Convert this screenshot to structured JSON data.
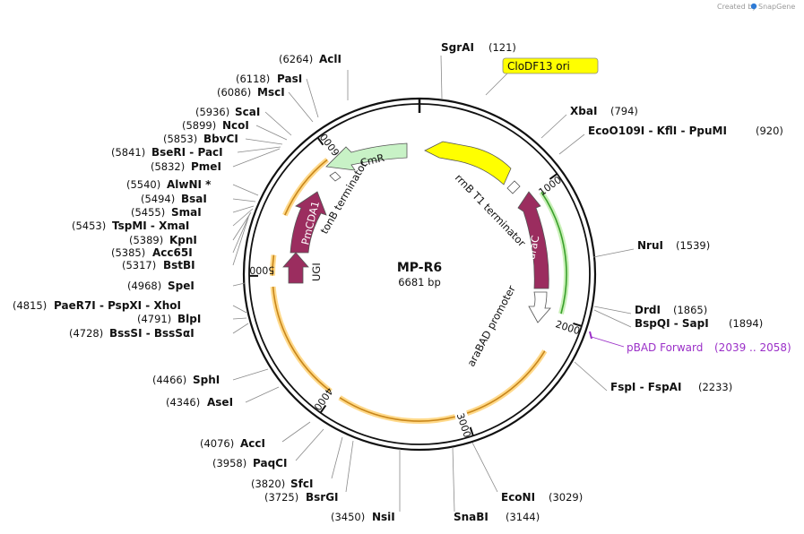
{
  "credit": {
    "created_by": "Created by",
    "brand": "SnapGene"
  },
  "plasmid": {
    "name": "MP-R6",
    "size": "6681 bp",
    "length": 6681
  },
  "ticks": [
    "1000",
    "2000",
    "3000",
    "4000",
    "5000",
    "6000"
  ],
  "features": [
    {
      "id": "clodf13",
      "label": "CloDF13 ori",
      "start": 120,
      "end": 860,
      "color": "#ffff00",
      "type": "ori"
    },
    {
      "id": "rrnb",
      "label": "rrnB T1 terminator",
      "start": 975,
      "end": 1005,
      "color": "#ffffff",
      "type": "terminator"
    },
    {
      "id": "arac",
      "label": "araC",
      "start": 1070,
      "end": 1950,
      "color": "#9b2d5f",
      "type": "cds"
    },
    {
      "id": "arabad",
      "label": "araBAD promoter",
      "start": 1955,
      "end": 2240,
      "color": "#ffffff",
      "type": "promoter"
    },
    {
      "id": "cmr",
      "label": "CmR",
      "start": 6605,
      "end": 6008,
      "color": "#c8f2c6",
      "type": "cds"
    },
    {
      "id": "tonb",
      "label": "tonB terminator",
      "start": 6002,
      "end": 5970,
      "color": "#ffffff",
      "type": "terminator"
    },
    {
      "id": "pmcda1",
      "label": "PmCDA1",
      "start": 5460,
      "end": 5950,
      "color": "#9b2d5f",
      "type": "cds"
    },
    {
      "id": "ugi",
      "label": "UGI",
      "start": 5180,
      "end": 5430,
      "color": "#9b2d5f",
      "type": "cds"
    }
  ],
  "enzymes": [
    {
      "name": "SgrAI",
      "pos": "(121)"
    },
    {
      "name": "XbaI",
      "pos": "(794)"
    },
    {
      "name": "EcoO109I  -  KflI  -  PpuMI",
      "pos": "(920)"
    },
    {
      "name": "NruI",
      "pos": "(1539)"
    },
    {
      "name": "DrdI",
      "pos": "(1865)"
    },
    {
      "name": "BspQI  -  SapI",
      "pos": "(1894)"
    },
    {
      "name": "FspI  -  FspAI",
      "pos": "(2233)"
    },
    {
      "name": "EcoNI",
      "pos": "(3029)"
    },
    {
      "name": "SnaBI",
      "pos": "(3144)"
    },
    {
      "name": "NsiI",
      "pos": "(3450)"
    },
    {
      "name": "BsrGI",
      "pos": "(3725)"
    },
    {
      "name": "SfcI",
      "pos": "(3820)"
    },
    {
      "name": "PaqCI",
      "pos": "(3958)"
    },
    {
      "name": "AccI",
      "pos": "(4076)"
    },
    {
      "name": "AseI",
      "pos": "(4346)"
    },
    {
      "name": "SphI",
      "pos": "(4466)"
    },
    {
      "name": "BssSI  -  BssSαI",
      "pos": "(4728)"
    },
    {
      "name": "BlpI",
      "pos": "(4791)"
    },
    {
      "name": "PaeR7I  -  PspXI  -  XhoI",
      "pos": "(4815)"
    },
    {
      "name": "SpeI",
      "pos": "(4968)"
    },
    {
      "name": "BstBI",
      "pos": "(5317)"
    },
    {
      "name": "Acc65I",
      "pos": "(5385)"
    },
    {
      "name": "KpnI",
      "pos": "(5389)"
    },
    {
      "name": "TspMI  -  XmaI",
      "pos": "(5453)"
    },
    {
      "name": "SmaI",
      "pos": "(5455)"
    },
    {
      "name": "BsaI",
      "pos": "(5494)"
    },
    {
      "name": "AlwNI *",
      "pos": "(5540)"
    },
    {
      "name": "PmeI",
      "pos": "(5832)"
    },
    {
      "name": "BseRI  -  PacI",
      "pos": "(5841)"
    },
    {
      "name": "BbvCI",
      "pos": "(5853)"
    },
    {
      "name": "NcoI",
      "pos": "(5899)"
    },
    {
      "name": "ScaI",
      "pos": "(5936)"
    },
    {
      "name": "MscI",
      "pos": "(6086)"
    },
    {
      "name": "PasI",
      "pos": "(6118)"
    },
    {
      "name": "AclI",
      "pos": "(6264)"
    }
  ],
  "primer": {
    "label": "pBAD Forward",
    "range": "(2039 .. 2058)",
    "start": 2039,
    "end": 2058
  },
  "arcs": [
    {
      "start": 2255,
      "end": 2990
    },
    {
      "start": 3080,
      "end": 3950
    },
    {
      "start": 4030,
      "end": 4920
    },
    {
      "start": 5000,
      "end": 5150
    },
    {
      "start": 5450,
      "end": 5960
    },
    {
      "start": 1040,
      "end": 1960
    }
  ]
}
